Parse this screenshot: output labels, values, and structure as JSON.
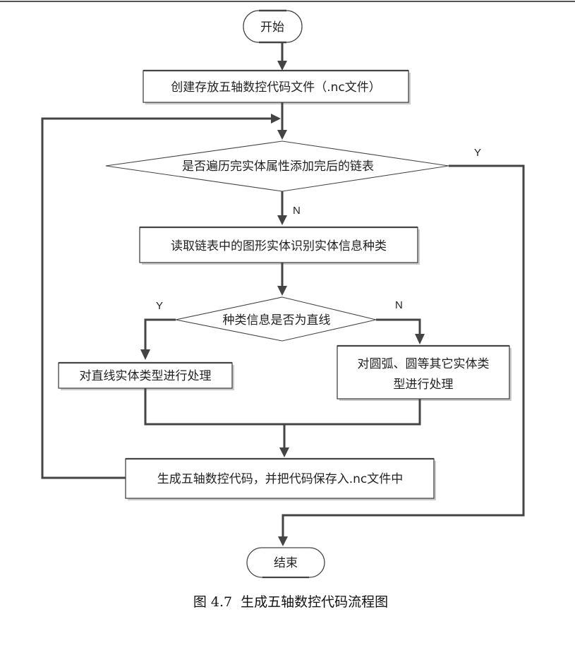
{
  "diagram": {
    "type": "flowchart",
    "nodes": {
      "start": "开始",
      "create_file": "创建存放五轴数控代码文件（.nc文件）",
      "decision_traverse": "是否遍历完实体属性添加完后的链表",
      "read_entity": "读取链表中的图形实体识别实体信息种类",
      "decision_line": "种类信息是否为直线",
      "process_line": "对直线实体类型进行处理",
      "process_other_line1": "对圆弧、圆等其它实体类",
      "process_other_line2": "型进行处理",
      "generate_code": "生成五轴数控代码，并把代码保存入.nc文件中",
      "end": "结束"
    },
    "labels": {
      "traverse_yes": "Y",
      "traverse_no": "N",
      "line_yes": "Y",
      "line_no": "N"
    },
    "caption": "图 4.7  生成五轴数控代码流程图",
    "colors": {
      "stroke": "#444444",
      "shadow": "#cccccc"
    }
  }
}
